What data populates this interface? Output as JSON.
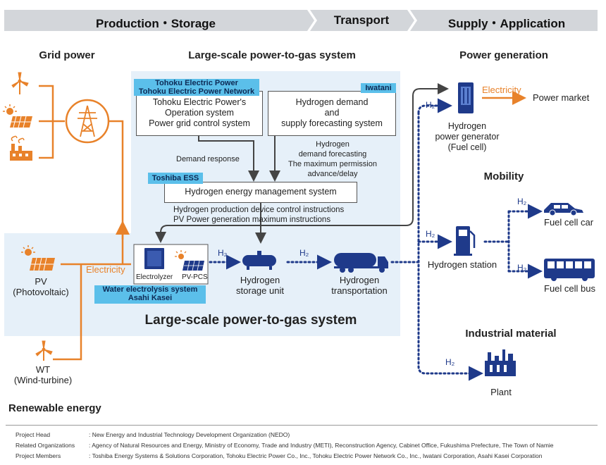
{
  "header": {
    "stage1": "Production・Storage",
    "stage2": "Transport",
    "stage3": "Supply・Application"
  },
  "sections": {
    "grid_power": "Grid power",
    "p2g_top": "Large-scale power-to-gas system",
    "p2g_big": "Large-scale power-to-gas system",
    "renewable": "Renewable energy",
    "power_generation": "Power generation",
    "mobility": "Mobility",
    "industrial": "Industrial material"
  },
  "tags": {
    "tohoku": "Tohoku Electric Power\nTohoku Electric Power Network",
    "iwatani": "Iwatani",
    "toshiba": "Toshiba ESS",
    "asahi": "Water electrolysis system\nAsahi Kasei"
  },
  "boxes": {
    "operation": "Tohoku Electric Power's\nOperation system\nPower grid control system",
    "forecast": "Hydrogen demand\nand\nsupply forecasting system",
    "hems": "Hydrogen energy management system",
    "electrolyzer": "Electrolyzer",
    "pvpcs": "PV-PCS"
  },
  "annotations": {
    "demand_response": "Demand response",
    "forecast_note": "Hydrogen\ndemand forecasting\nThe maximum permission\nadvance/delay",
    "control_instr": "Hydrogen production device control instructions\nPV Power generation maximum instructions"
  },
  "labels": {
    "pv": "PV\n(Photovoltaic)",
    "wt": "WT\n(Wind-turbine)",
    "electricity_in": "Electricity",
    "electricity_out": "Electricity",
    "power_market": "Power market",
    "h2_storage": "Hydrogen\nstorage unit",
    "h2_transport": "Hydrogen\ntransportation",
    "h2_generator": "Hydrogen\npower generator\n(Fuel cell)",
    "h2_station": "Hydrogen station",
    "fc_car": "Fuel cell car",
    "fc_bus": "Fuel cell bus",
    "plant": "Plant",
    "h2": "H₂"
  },
  "footer": {
    "rows": [
      {
        "key": "Project Head",
        "value": ": New Energy and Industrial Technology Development Organization (NEDO)"
      },
      {
        "key": "Related Organizations",
        "value": ": Agency of Natural Resources and Energy, Ministry of Economy, Trade and Industry (METI), Reconstruction Agency, Cabinet Office, Fukushima Prefecture, The Town of Namie"
      },
      {
        "key": "Project Members",
        "value": ": Toshiba Energy Systems & Solutions Corporation,  Tohoku Electric Power Co., Inc.,  Tohoku Electric Power Network Co., Inc.,  Iwatani Corporation,  Asahi Kasei Corporation"
      }
    ]
  },
  "colors": {
    "orange": "#e8822a",
    "navy": "#1f3a8a",
    "panel": "#e6f0f9",
    "tag": "#5bbfea",
    "header": "#d3d6da"
  }
}
